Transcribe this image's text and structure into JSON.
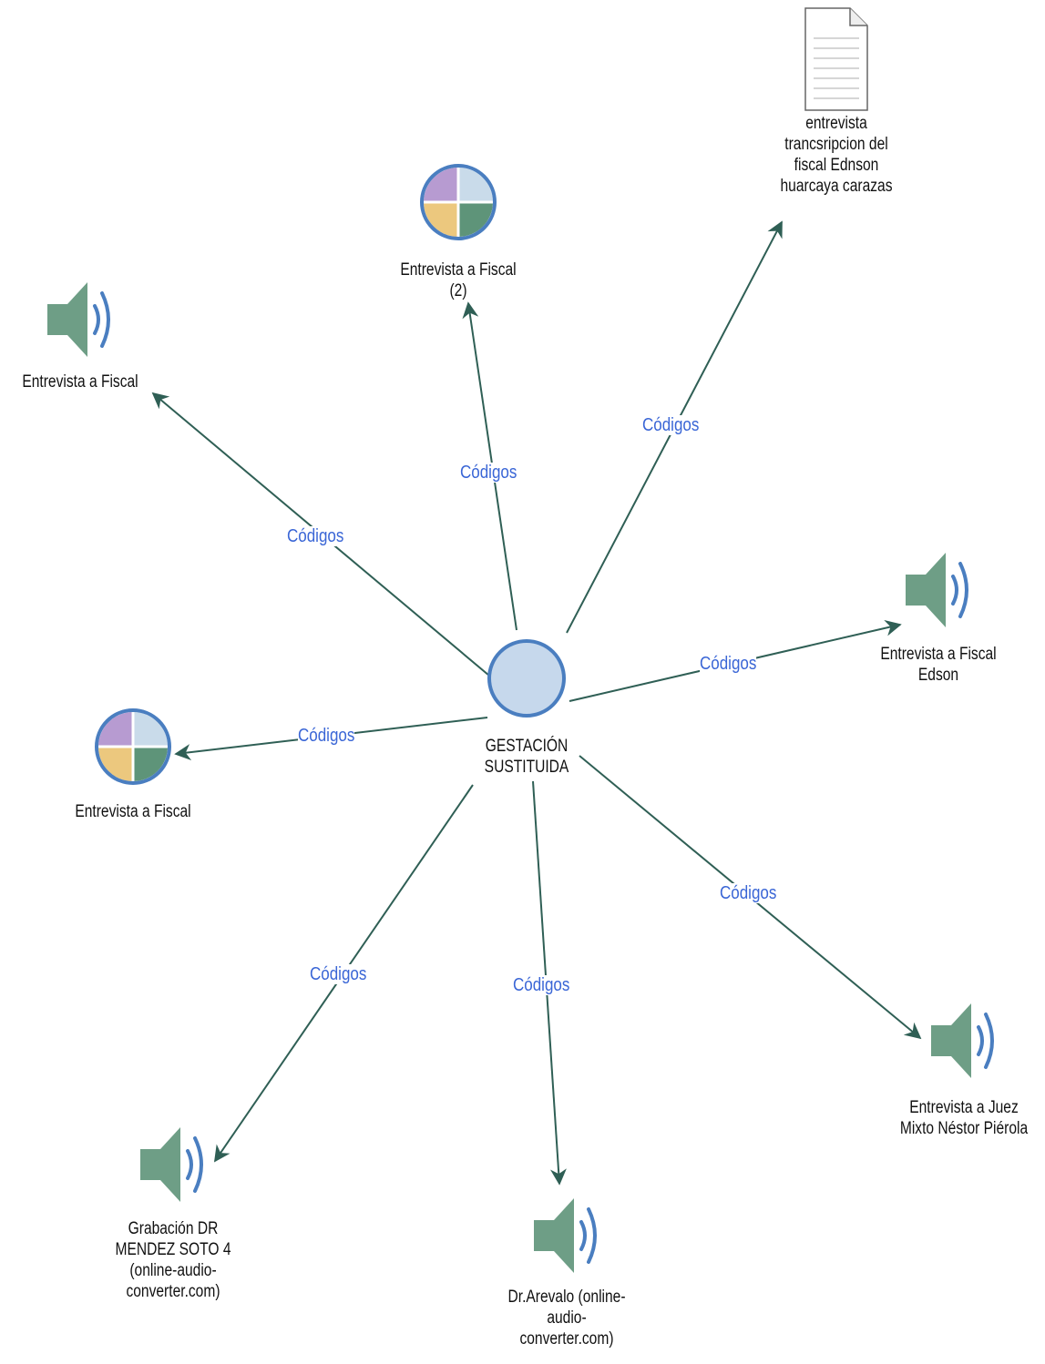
{
  "center": {
    "label_line1": "GESTACIÓN",
    "label_line2": "SUSTITUIDA"
  },
  "nodes": [
    {
      "id": "n1",
      "kind": "audio",
      "lines": [
        "Entrevista a Fiscal"
      ]
    },
    {
      "id": "n2",
      "kind": "codes",
      "lines": [
        "Entrevista a Fiscal",
        "(2)"
      ]
    },
    {
      "id": "n3",
      "kind": "document",
      "lines": [
        "entrevista",
        "trancsripcion del",
        "fiscal Ednson",
        "huarcaya carazas"
      ]
    },
    {
      "id": "n4",
      "kind": "audio",
      "lines": [
        "Entrevista a Fiscal",
        "Edson"
      ]
    },
    {
      "id": "n5",
      "kind": "codes",
      "lines": [
        "Entrevista a Fiscal"
      ]
    },
    {
      "id": "n6",
      "kind": "audio",
      "lines": [
        "Entrevista a Juez",
        "Mixto Néstor Piérola"
      ]
    },
    {
      "id": "n7",
      "kind": "audio",
      "lines": [
        "Dr.Arevalo (online-",
        "audio-",
        "converter.com)"
      ]
    },
    {
      "id": "n8",
      "kind": "audio",
      "lines": [
        "Grabación DR",
        "MENDEZ SOTO 4",
        "(online-audio-",
        "converter.com)"
      ]
    }
  ],
  "edge_label": "Códigos",
  "colors": {
    "edge": "#2f5f55",
    "edge_label": "#3a66d6",
    "center_fill": "#c6d8ec",
    "center_stroke": "#4a7ec0",
    "audio": "#6e9e86",
    "audio_wave": "#4a7ec0",
    "quad_purple": "#b79bd1",
    "quad_blue": "#c9dbea",
    "quad_yellow": "#ecc87e",
    "quad_green": "#5e9479"
  }
}
